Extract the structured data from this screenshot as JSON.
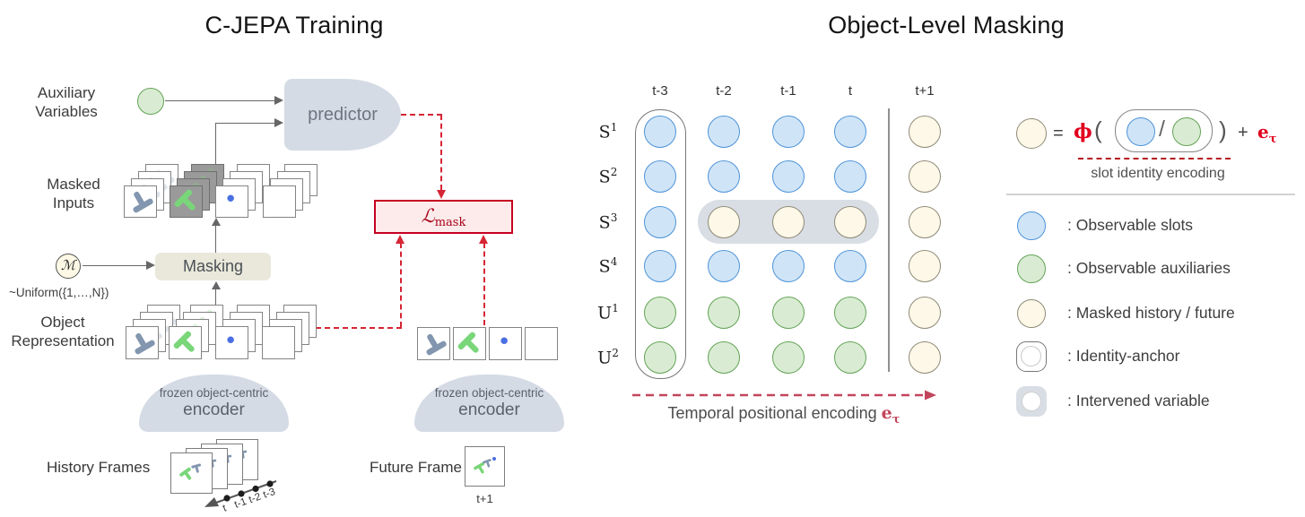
{
  "left": {
    "title": "C-JEPA Training",
    "aux_label": [
      "Auxiliary",
      "Variables"
    ],
    "predictor_label": "predictor",
    "masked_label": [
      "Masked",
      "Inputs"
    ],
    "m_symbol": "ℳ",
    "masking_label": "Masking",
    "uniform_label": "~Uniform({1,…,N})",
    "object_label": [
      "Object",
      "Representation"
    ],
    "loss_main": "ℒ",
    "loss_sub": "mask",
    "encoder_label": [
      "frozen object-centric",
      "encoder"
    ],
    "history_label": "History Frames",
    "future_label": "Future Frame",
    "timeline_labels": [
      "t",
      "t-1",
      "t-2",
      "t-3"
    ],
    "future_time_label": "t+1",
    "masked_stack_glyphs": [
      "t-shape-blue",
      "t-shape-green-masked",
      "dot-blue",
      "blank"
    ],
    "object_stack_glyphs": [
      "t-shape-blue",
      "t-shape-green",
      "dot-blue",
      "blank"
    ],
    "future_slot_glyphs": [
      "t-shape-blue",
      "t-shape-green",
      "dot-blue",
      "blank"
    ]
  },
  "right": {
    "title": "Object-Level Masking",
    "columns": [
      "t-3",
      "t-2",
      "t-1",
      "t",
      "t+1"
    ],
    "rows": [
      {
        "base": "S",
        "sup": "1",
        "cells": [
          "blue",
          "blue",
          "blue",
          "blue",
          "masked"
        ]
      },
      {
        "base": "S",
        "sup": "2",
        "cells": [
          "blue",
          "blue",
          "blue",
          "blue",
          "masked"
        ]
      },
      {
        "base": "S",
        "sup": "3",
        "cells": [
          "blue",
          "masked",
          "masked",
          "masked",
          "masked"
        ]
      },
      {
        "base": "S",
        "sup": "4",
        "cells": [
          "blue",
          "blue",
          "blue",
          "blue",
          "masked"
        ]
      },
      {
        "base": "U",
        "sup": "1",
        "cells": [
          "green",
          "green",
          "green",
          "green",
          "masked"
        ]
      },
      {
        "base": "U",
        "sup": "2",
        "cells": [
          "green",
          "green",
          "green",
          "green",
          "masked"
        ]
      }
    ],
    "temporal_label": "Temporal positional encoding",
    "temporal_symbol": "e",
    "temporal_subscript": "τ",
    "formula": {
      "equals": "=",
      "phi": "ϕ",
      "open_paren": "(",
      "slash": "/",
      "close_paren": ")",
      "plus": "+",
      "e": "e",
      "tau": "τ",
      "caption": "slot identity encoding"
    },
    "legend": [
      {
        "icon": "observable-slot-circle",
        "label": ": Observable slots"
      },
      {
        "icon": "observable-auxiliary-circle",
        "label": ": Observable auxiliaries"
      },
      {
        "icon": "masked-circle",
        "label": ": Masked history / future"
      },
      {
        "icon": "identity-anchor-box",
        "label": ": Identity-anchor"
      },
      {
        "icon": "intervened-variable-box",
        "label": ": Intervened variable"
      }
    ]
  },
  "colors": {
    "slot_blue": "#cfe5f7",
    "slot_blue_border": "#4f93d8",
    "aux_green": "#d9ecd3",
    "aux_green_border": "#63a356",
    "masked_cream": "#fdf8e7",
    "masked_cream_border": "#8f8a78",
    "intervened_gray": "#d9dee5",
    "red": "#d62534",
    "crimson": "#c2455c",
    "bright_red": "#e1001e",
    "underline_red": "#b5121b",
    "loss_border": "#c50021",
    "loss_fill": "#fcebea",
    "panel_gray": "#d5dbe5",
    "masking_fill": "#e9e8da"
  }
}
